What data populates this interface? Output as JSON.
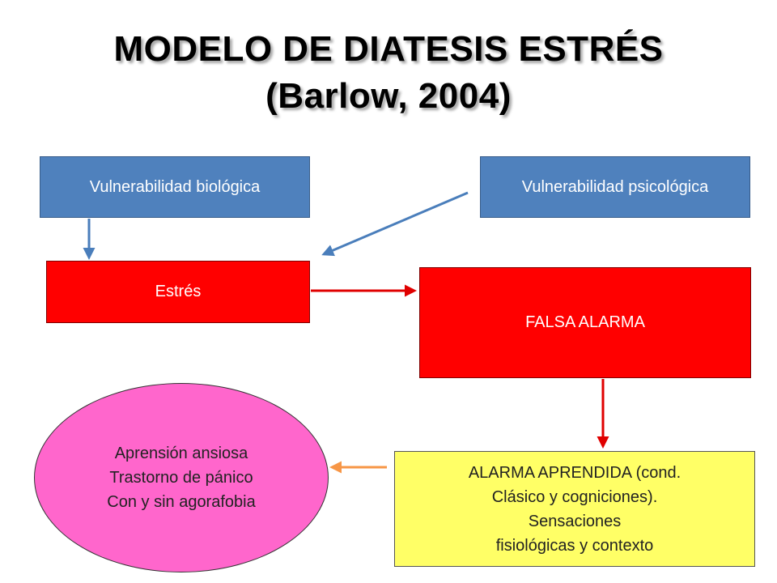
{
  "title": {
    "line1": "MODELO DE DIATESIS ESTRÉS",
    "line2": "(Barlow, 2004)"
  },
  "nodes": {
    "vulnerabilidad_biologica": "Vulnerabilidad biológica",
    "vulnerabilidad_psicologica": "Vulnerabilidad psicológica",
    "estres": "Estrés",
    "falsa_alarma": "FALSA ALARMA",
    "alarma_aprendida": [
      "ALARMA APRENDIDA (cond.",
      "Clásico y cogniciones).",
      "Sensaciones",
      "fisiológicas y contexto"
    ],
    "aprension": [
      "Aprensión ansiosa",
      "Trastorno de pánico",
      "Con y sin agorafobia"
    ]
  },
  "colors": {
    "blue_box": "#4f81bd",
    "red_box": "#ff0000",
    "yellow_box": "#ffff66",
    "pink_oval": "#ff66cc",
    "blue_arrow": "#4a7ebb",
    "red_arrow": "#e00000",
    "orange_arrow": "#f79646"
  }
}
